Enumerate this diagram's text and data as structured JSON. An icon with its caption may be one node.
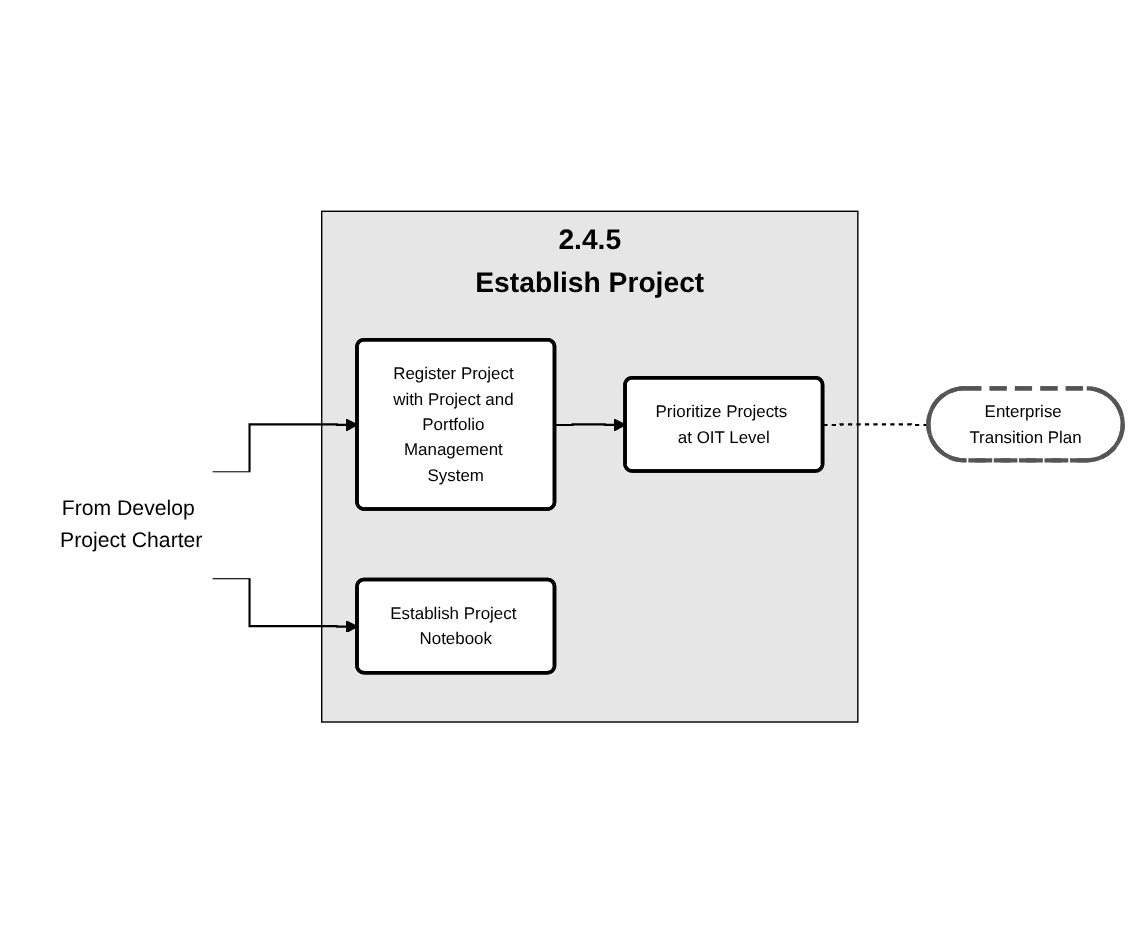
{
  "diagram": {
    "nodes": [
      {
        "text": [
          "Enterprise Transition Plan"
        ]
      },
      {
        "text": [
          "2.4.5",
          "Establish Project"
        ]
      },
      {
        "text": [
          "Register Project with Project and Portfolio Management System"
        ],
        "in": 1
      },
      {
        "text": [
          "Prioritize Projects at OIT Level"
        ],
        "in": 1
      },
      {
        "text": [
          "Establish Project Notebook"
        ],
        "in": 1
      },
      {
        "text": [
          "From Develop Project Charter"
        ]
      }
    ],
    "edges": [
      {
        "from": 5,
        "to": 2,
        "arrow": "to"
      },
      {
        "from": 5,
        "to": 4,
        "arrow": "to"
      },
      {
        "from": 2,
        "to": 3,
        "arrow": "to"
      },
      {
        "from": 3,
        "to": 0,
        "arrow": "none",
        "style": "dashed"
      }
    ]
  }
}
